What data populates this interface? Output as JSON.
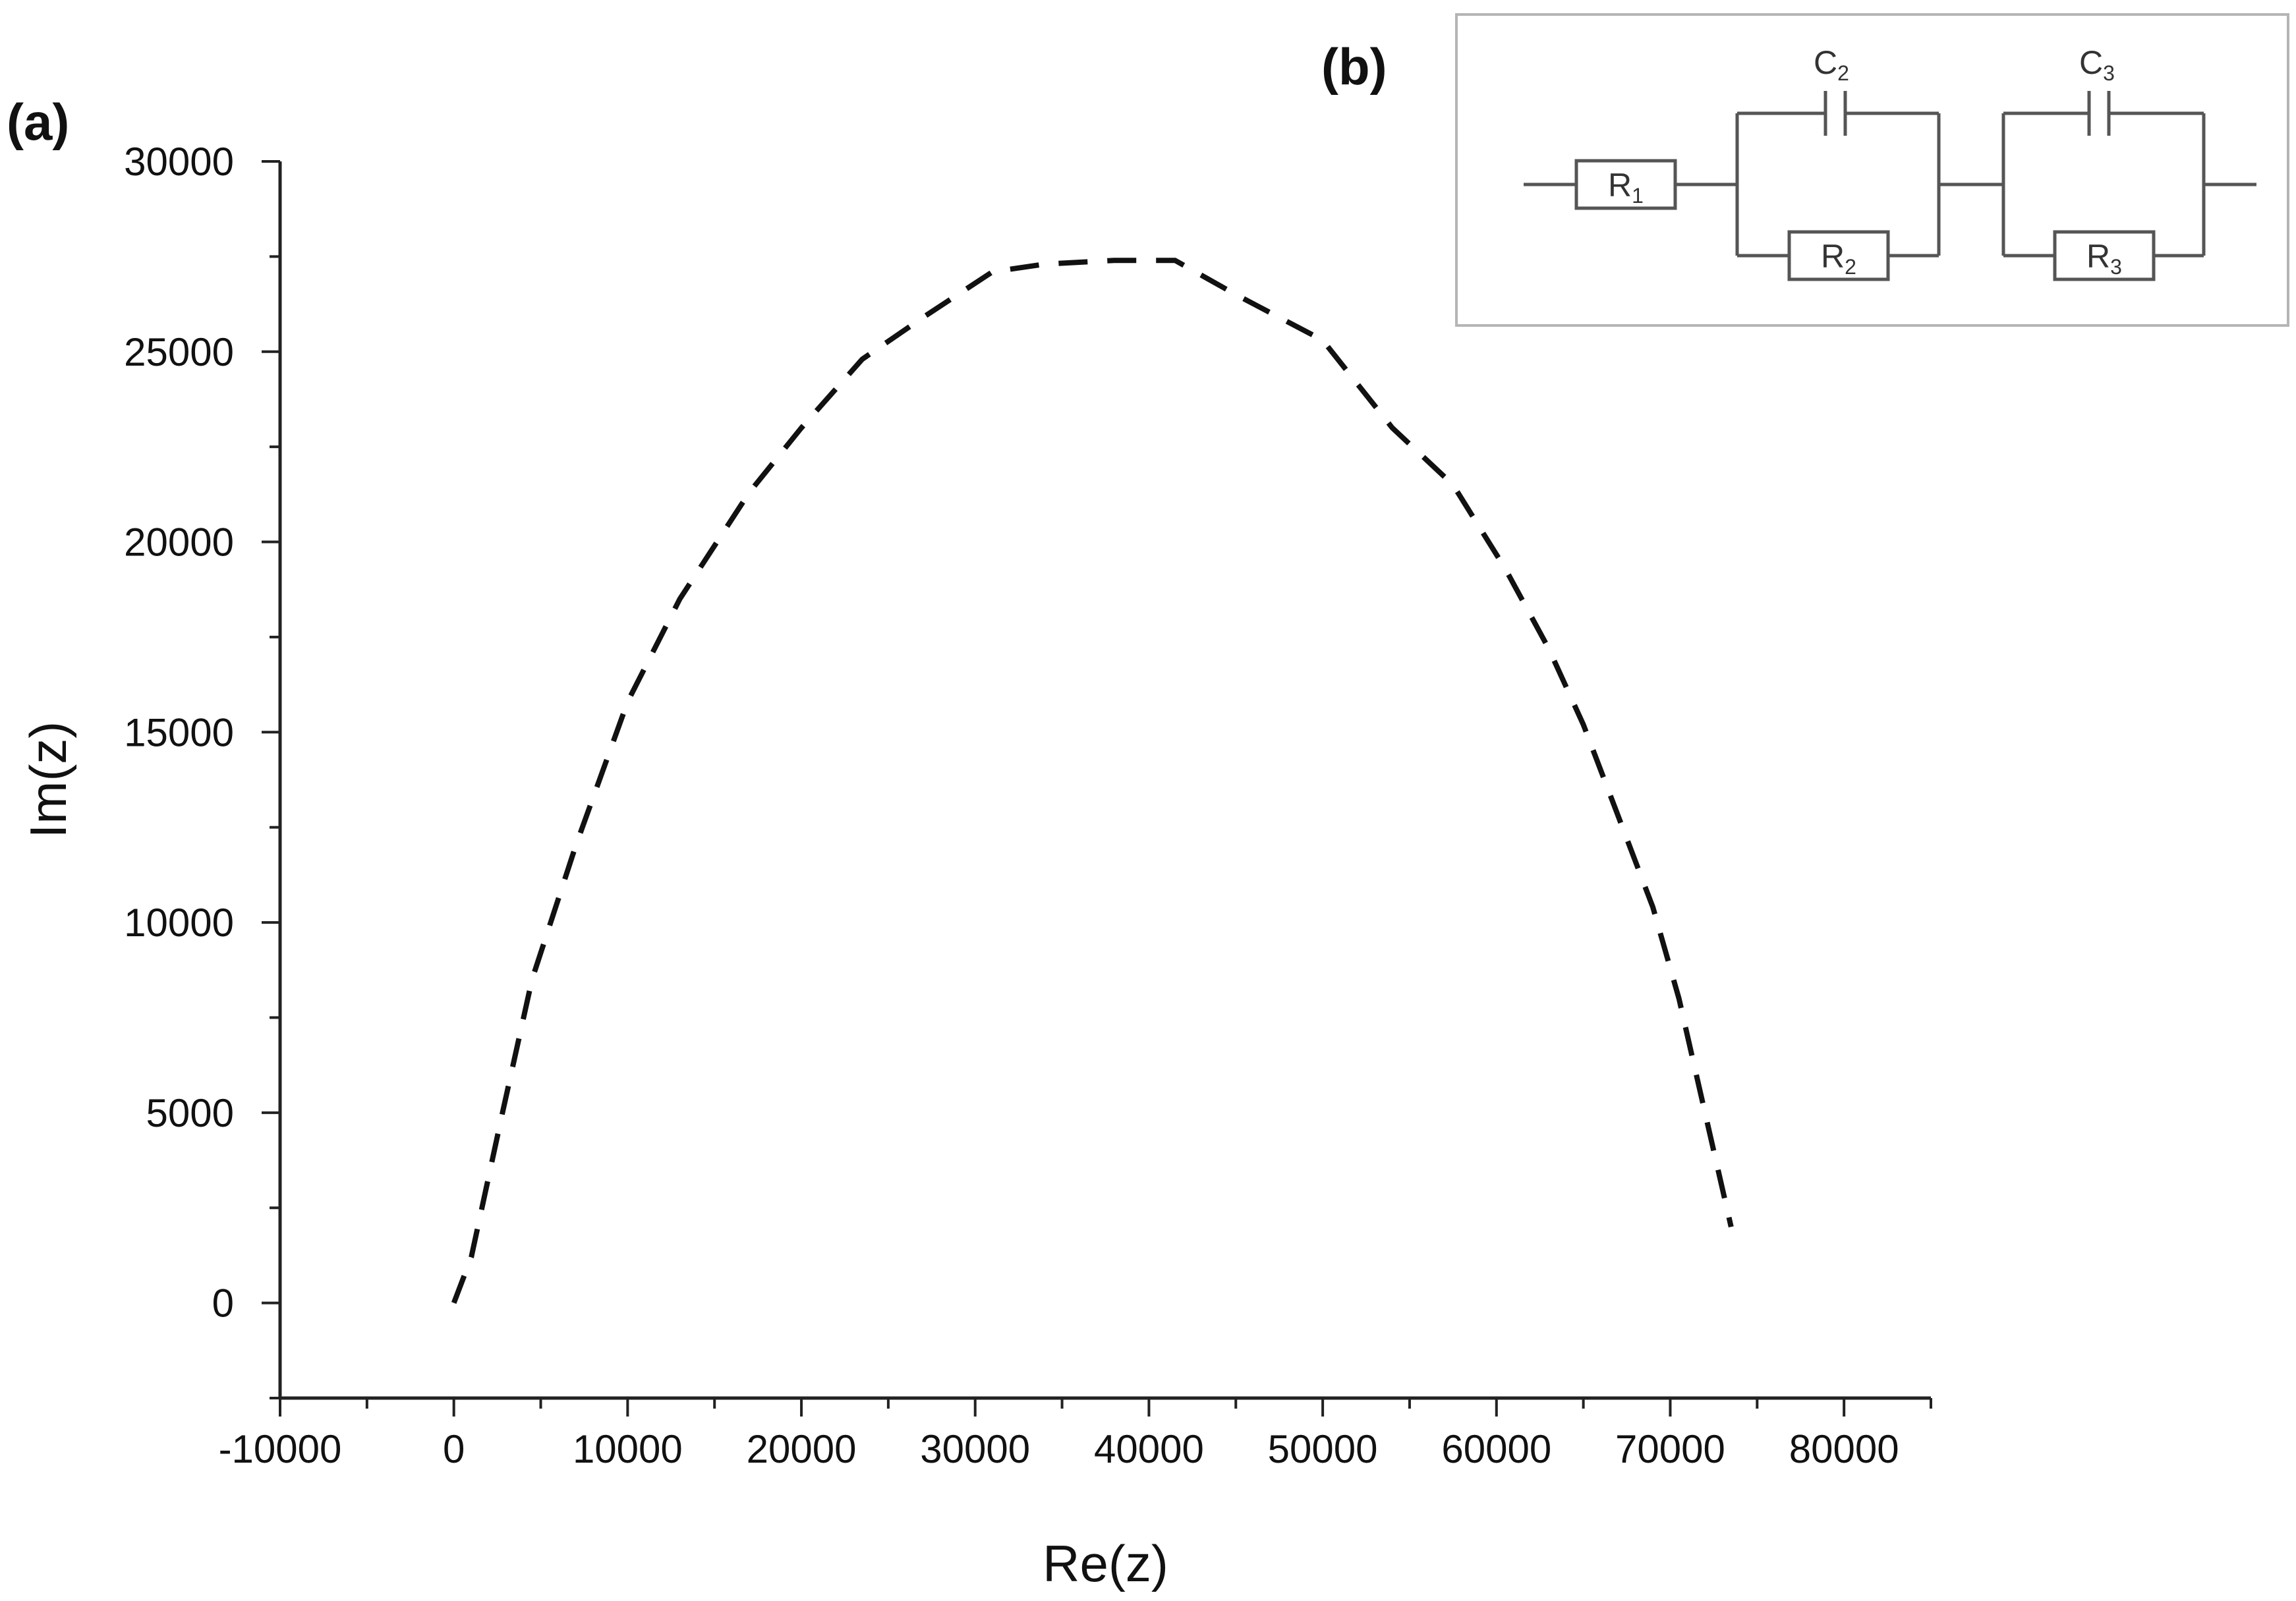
{
  "panels": {
    "a": "(a)",
    "b": "(b)"
  },
  "chart_data": {
    "type": "line",
    "xlabel": "Re(z)",
    "ylabel": "Im(z)",
    "xlim": [
      -10000,
      85000
    ],
    "ylim": [
      -2500,
      30000
    ],
    "xticks": [
      -10000,
      0,
      10000,
      20000,
      30000,
      40000,
      50000,
      60000,
      70000,
      80000
    ],
    "xtick_labels": [
      "-10000",
      "0",
      "10000",
      "20000",
      "30000",
      "40000",
      "50000",
      "60000",
      "70000",
      "80000"
    ],
    "yticks": [
      0,
      5000,
      10000,
      15000,
      20000,
      25000,
      30000
    ],
    "ytick_labels": [
      "0",
      "5000",
      "10000",
      "15000",
      "20000",
      "25000",
      "30000"
    ],
    "line_style": "dashed",
    "line_color": "#111111",
    "grid": false,
    "series": [
      {
        "x": [
          0,
          1000,
          2800,
          4500,
          7000,
          10000,
          13000,
          17000,
          20000,
          23500,
          27000,
          31000,
          34000,
          38000,
          41500,
          45000,
          50000,
          54000,
          57500,
          60500,
          63000,
          65000,
          67000,
          69000,
          70500,
          71500,
          72500,
          73500
        ],
        "y": [
          0,
          1200,
          5000,
          8500,
          12000,
          15800,
          18500,
          21300,
          23000,
          24800,
          25900,
          27100,
          27300,
          27400,
          27400,
          26500,
          25300,
          23000,
          21500,
          19300,
          17200,
          15200,
          12800,
          10400,
          8000,
          6000,
          4000,
          2000
        ]
      }
    ]
  },
  "circuit": {
    "components": [
      {
        "letter": "R",
        "sub": "1"
      },
      {
        "letter": "C",
        "sub": "2"
      },
      {
        "letter": "R",
        "sub": "2"
      },
      {
        "letter": "C",
        "sub": "3"
      },
      {
        "letter": "R",
        "sub": "3"
      }
    ]
  }
}
